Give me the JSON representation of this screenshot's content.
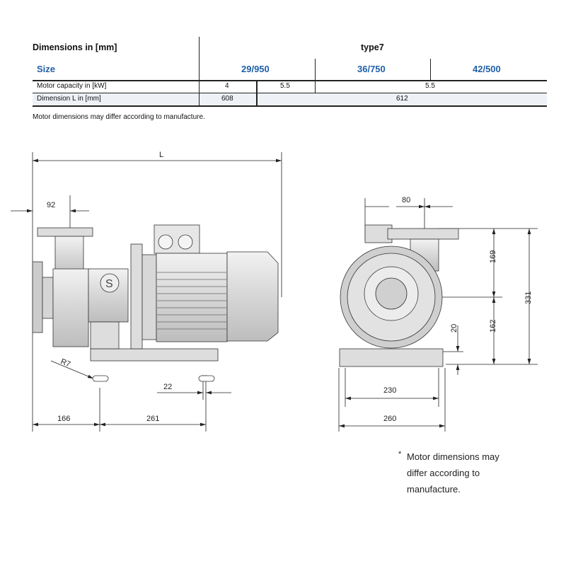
{
  "table": {
    "title": "Dimensions in [mm]",
    "type_label": "type7",
    "size_label": "Size",
    "sizes": [
      "29/950",
      "36/750",
      "42/500"
    ],
    "rows": [
      {
        "label": "Motor capacity in [kW]",
        "values": [
          "4",
          "5.5",
          "5.5"
        ]
      },
      {
        "label": "Dimension L in [mm]",
        "values": [
          "608",
          "612"
        ]
      }
    ],
    "note": "Motor dimensions may differ according to manufacture.",
    "accent_color": "#1f5fa8"
  },
  "drawing": {
    "side_view": {
      "L": "L",
      "d92": "92",
      "r7": "R7",
      "d22": "22",
      "d166": "166",
      "d261": "261"
    },
    "front_view": {
      "d80": "80",
      "d169": "169",
      "d331": "331",
      "d162": "162",
      "d20": "20",
      "d230": "230",
      "d260": "260"
    }
  },
  "footnote": {
    "star": "*",
    "lines": [
      "Motor dimensions may",
      "differ according to",
      "manufacture."
    ]
  }
}
